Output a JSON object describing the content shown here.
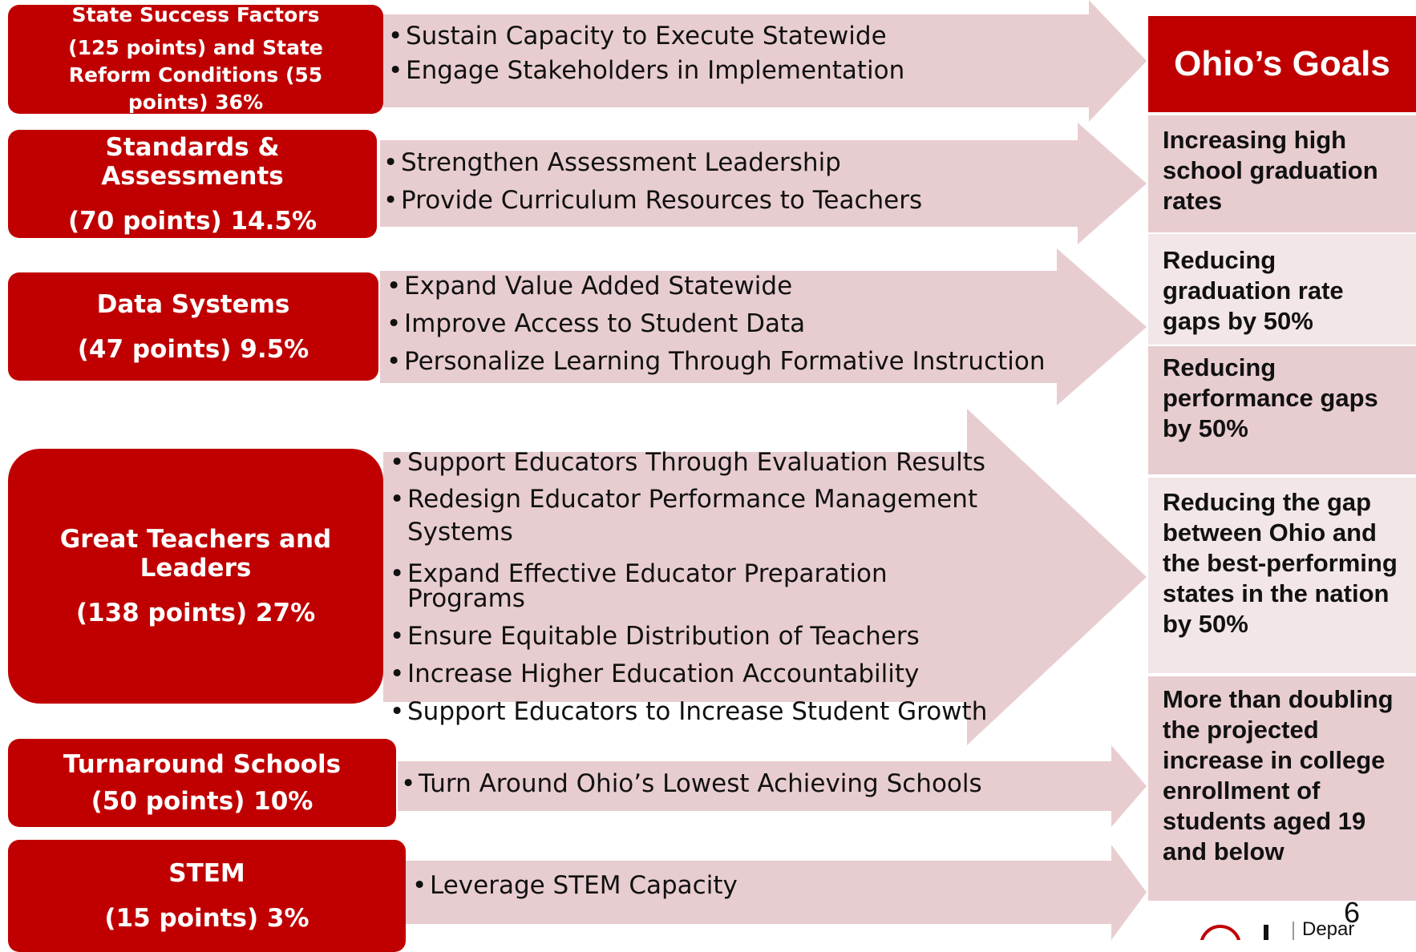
{
  "colors": {
    "red": "#c00000",
    "pink": "#e8cdd0"
  },
  "categories": [
    {
      "line1": "State Success Factors",
      "line2": "(125 points) and State Reform Conditions (55 points) 36%",
      "bullets": [
        "Sustain Capacity to Execute Statewide",
        "Engage Stakeholders in Implementation"
      ]
    },
    {
      "line1": "Standards & Assessments",
      "line2": "(70 points) 14.5%",
      "bullets": [
        "Strengthen Assessment Leadership",
        "Provide Curriculum Resources to Teachers"
      ]
    },
    {
      "line1": "Data Systems",
      "line2": "(47 points) 9.5%",
      "bullets": [
        "Expand Value Added Statewide",
        "Improve Access to Student Data",
        "Personalize Learning Through Formative Instruction"
      ]
    },
    {
      "line1": "Great Teachers and Leaders",
      "line2": "(138 points) 27%",
      "bullets": [
        "Support Educators Through Evaluation Results",
        "Redesign Educator Performance Management Systems",
        "Expand Effective Educator Preparation Programs",
        "Ensure Equitable Distribution of Teachers",
        "Increase Higher Education Accountability",
        "Support Educators to Increase Student Growth"
      ]
    },
    {
      "line1": "Turnaround Schools",
      "line2": "(50 points) 10%",
      "bullets": [
        "Turn Around Ohio’s Lowest Achieving Schools"
      ]
    },
    {
      "line1": "STEM",
      "line2": "(15 points) 3%",
      "bullets": [
        "Leverage STEM Capacity"
      ]
    }
  ],
  "goals": {
    "title": "Ohio’s Goals",
    "items": [
      "Increasing high school graduation rates",
      "Reducing graduation rate gaps by 50%",
      "Reducing performance gaps by 50%",
      "Reducing the gap between Ohio and the best-performing states in the nation by 50%",
      "More than doubling the projected increase in college enrollment of students aged 19 and below"
    ]
  },
  "page_number": "6",
  "footer_logo_text": "Depar"
}
